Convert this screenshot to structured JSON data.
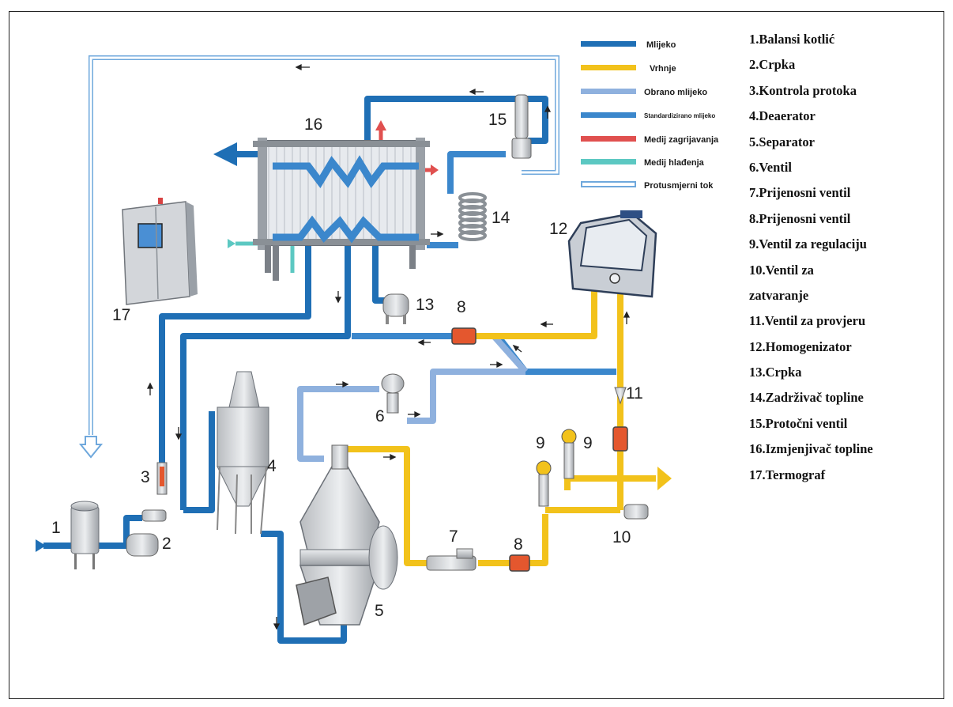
{
  "colors": {
    "milk": "#1f6fb5",
    "cream": "#f2c21b",
    "skim": "#8fb1de",
    "standard": "#3b87cc",
    "heating": "#e0504f",
    "cooling": "#5cc8c2",
    "flow_back": "#6fa8dc"
  },
  "legend": [
    {
      "label": "Mlijeko",
      "color": "#1f6fb5",
      "style": "solid"
    },
    {
      "label": "Vrhnje",
      "color": "#f2c21b",
      "style": "solid"
    },
    {
      "label": "Obrano mlijeko",
      "color": "#8fb1de",
      "style": "solid"
    },
    {
      "label": "Standardizirano mlijeko",
      "color": "#3b87cc",
      "style": "solid"
    },
    {
      "label": "Medij zagrijavanja",
      "color": "#e0504f",
      "style": "solid"
    },
    {
      "label": "Medij hlađenja",
      "color": "#5cc8c2",
      "style": "solid"
    },
    {
      "label": "Protusmjerni tok",
      "color": "#6fa8dc",
      "style": "outline"
    }
  ],
  "numbers": [
    "1",
    "2",
    "3",
    "4",
    "5",
    "6",
    "7",
    "8",
    "8",
    "9",
    "9",
    "10",
    "11",
    "12",
    "13",
    "14",
    "15",
    "16",
    "17"
  ],
  "parts": [
    "1.Balansi kotlić",
    "2.Crpka",
    "3.Kontrola protoka",
    "4.Deaerator",
    "5.Separator",
    "6.Ventil",
    "7.Prijenosni ventil",
    "8.Prijenosni ventil",
    "9.Ventil za regulaciju",
    "10.Ventil za",
    "zatvaranje",
    "11.Ventil za provjeru",
    "12.Homogenizator",
    "13.Crpka",
    "14.Zadrživač topline",
    "15.Protočni ventil",
    "16.Izmjenjivač topline",
    "17.Termograf"
  ]
}
